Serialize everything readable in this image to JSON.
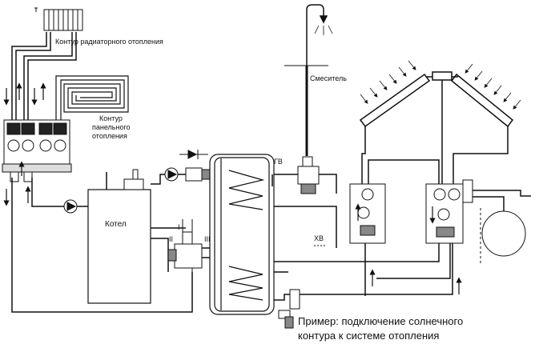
{
  "labels": {
    "radiator_circuit": "Контур радиаторного отопления",
    "panel_circuit_line1": "Контур",
    "panel_circuit_line2": "панельного",
    "panel_circuit_line3": "отопления",
    "mixer": "Смеситель",
    "boiler": "Котел",
    "hot_water": "ГВ",
    "cold_water": "ХВ",
    "valve_port_1": "I",
    "valve_port_2": "II",
    "valve_port_3": "III"
  },
  "caption": {
    "line1": "Пример: подключение солнечного",
    "line2": "контура к системе отопления"
  },
  "colors": {
    "line": "#111111",
    "pipe_fill": "#ffffff",
    "background": "#ffffff"
  }
}
